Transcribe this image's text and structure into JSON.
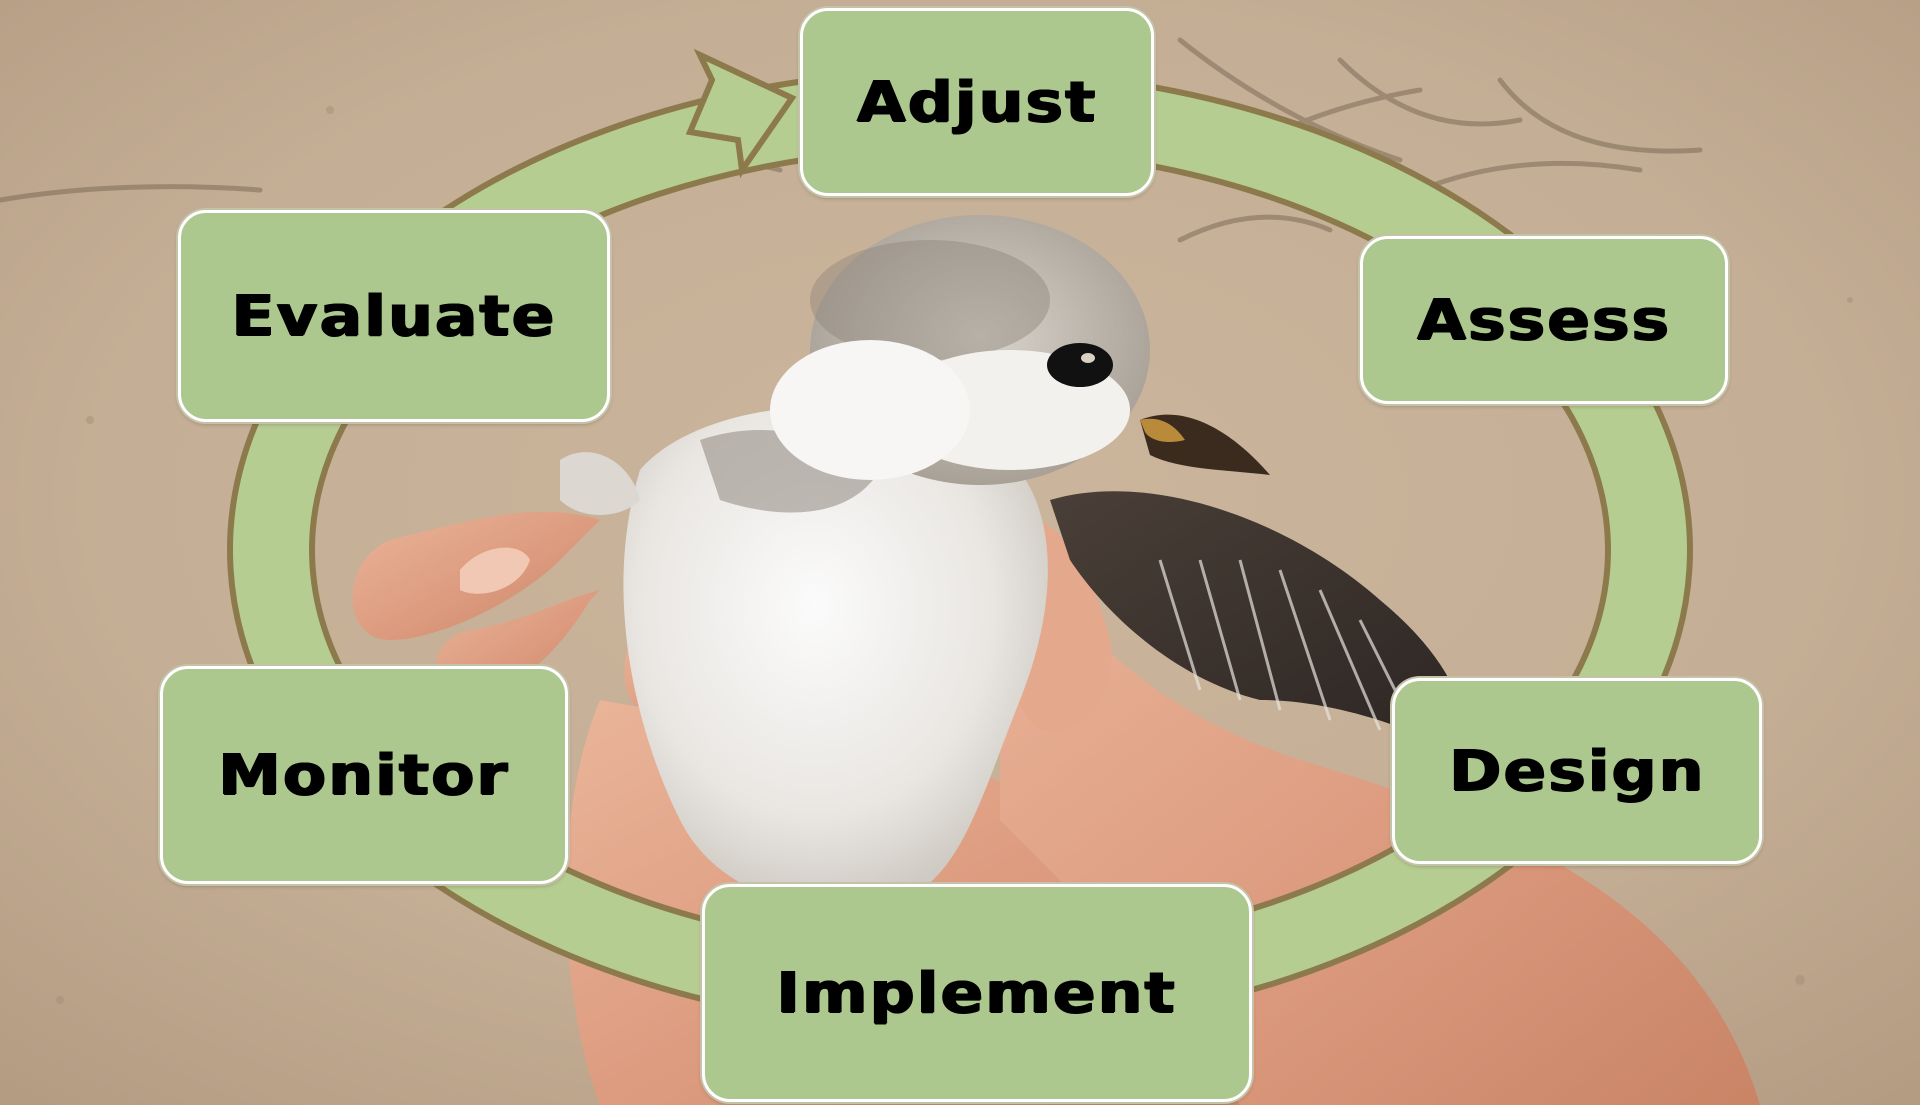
{
  "diagram": {
    "cycle_steps": [
      {
        "id": "adjust",
        "label": "Adjust"
      },
      {
        "id": "assess",
        "label": "Assess"
      },
      {
        "id": "design",
        "label": "Design"
      },
      {
        "id": "implement",
        "label": "Implement"
      },
      {
        "id": "monitor",
        "label": "Monitor"
      },
      {
        "id": "evaluate",
        "label": "Evaluate"
      }
    ],
    "colors": {
      "node_fill": "#adc88e",
      "node_border": "#ffffff",
      "ring_fill": "#b6cd92",
      "ring_edge": "#8d7a4c",
      "background_sand": "#c3ad94"
    },
    "background_photo": "plover-chick-in-hand"
  }
}
